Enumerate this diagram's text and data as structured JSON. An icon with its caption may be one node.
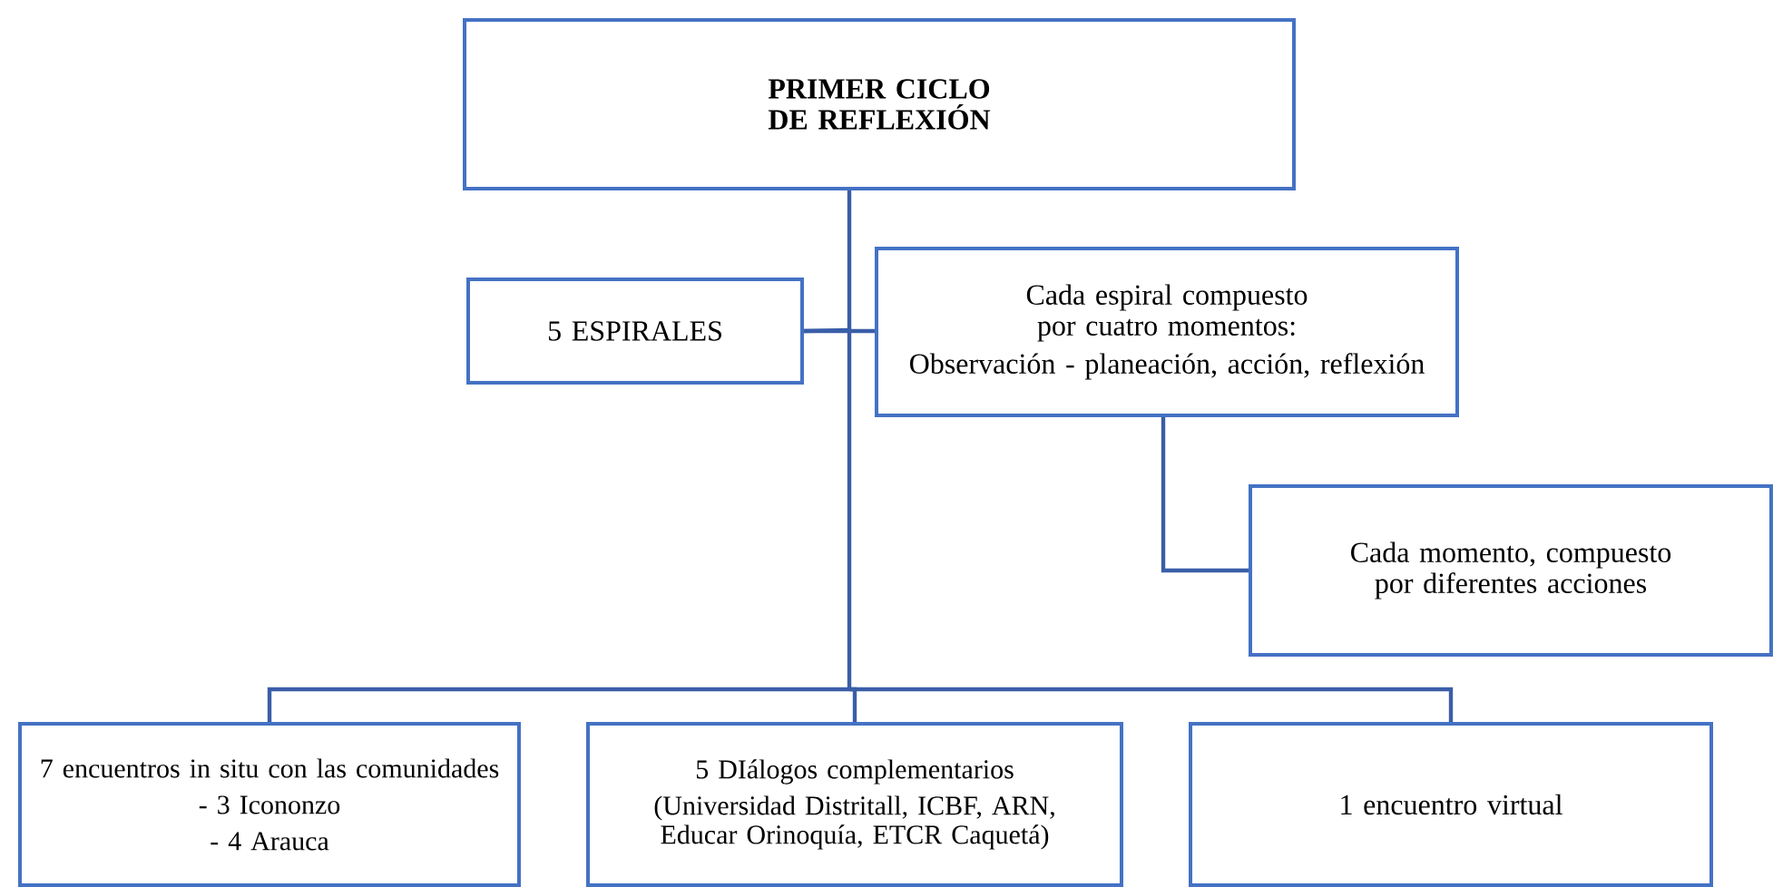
{
  "diagram": {
    "nodes": [
      {
        "text": [
          "PRIMER CICLO DE REFLEXIÓN"
        ]
      },
      {
        "text": [
          "5 ESPIRALES"
        ]
      },
      {
        "text": [
          "Cada espiral compuesto por cuatro momentos:",
          "Observación - planeación, acción, reflexión"
        ]
      },
      {
        "text": [
          "Cada momento, compuesto por diferentes acciones"
        ]
      },
      {
        "text": [
          "7 encuentros in situ con las comunidades",
          "- 3 Icononzo",
          "- 4 Arauca"
        ]
      },
      {
        "text": [
          "5 DIálogos complementarios",
          "(Universidad Distritall, ICBF, ARN, Educar Orinoquía, ETCR Caquetá)"
        ]
      },
      {
        "text": [
          "1 encuentro virtual"
        ]
      }
    ],
    "edges": [
      {
        "from": 0,
        "to": 1,
        "arrow": "none"
      },
      {
        "from": 1,
        "to": 2,
        "arrow": "none"
      },
      {
        "from": 2,
        "to": 3,
        "arrow": "none"
      },
      {
        "from": 0,
        "to": 4,
        "arrow": "none"
      },
      {
        "from": 0,
        "to": 5,
        "arrow": "none"
      },
      {
        "from": 0,
        "to": 6,
        "arrow": "none"
      }
    ]
  }
}
